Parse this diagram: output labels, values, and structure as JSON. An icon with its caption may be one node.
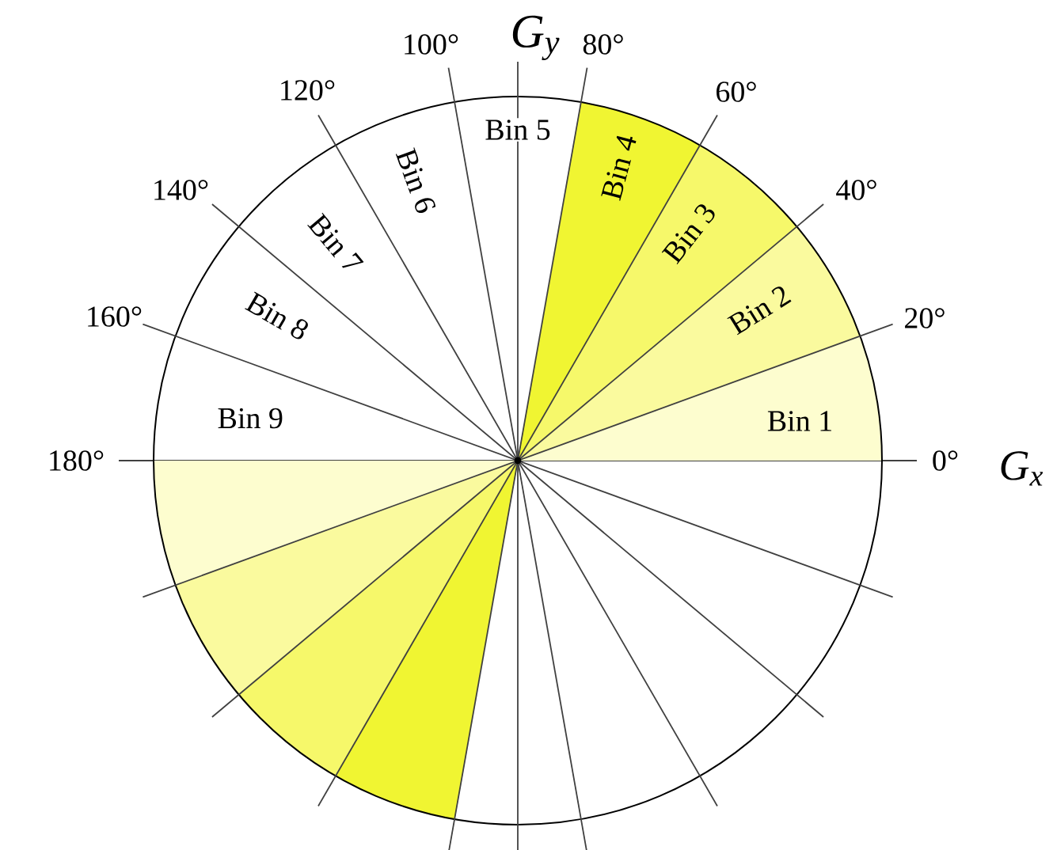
{
  "diagram": {
    "nodes": [
      {
        "text": [
          "Bin 1"
        ]
      },
      {
        "text": [
          "Bin 2"
        ]
      },
      {
        "text": [
          "Bin 3"
        ]
      },
      {
        "text": [
          "Bin 4"
        ]
      },
      {
        "text": [
          "Bin 5"
        ]
      },
      {
        "text": [
          "Bin 6"
        ]
      },
      {
        "text": [
          "Bin 7"
        ]
      },
      {
        "text": [
          "Bin 8"
        ]
      },
      {
        "text": [
          "Bin 9"
        ]
      },
      {
        "text": [],
        "shape": "sector"
      },
      {
        "text": [],
        "shape": "sector"
      },
      {
        "text": [],
        "shape": "sector"
      },
      {
        "text": [],
        "shape": "sector"
      }
    ],
    "labels": [
      "100°",
      "G$_{y}$",
      "80°",
      "120°",
      "60°",
      "140°",
      "40°",
      "160°",
      "20°",
      "180°",
      "0°",
      "G$_{x}$"
    ]
  }
}
